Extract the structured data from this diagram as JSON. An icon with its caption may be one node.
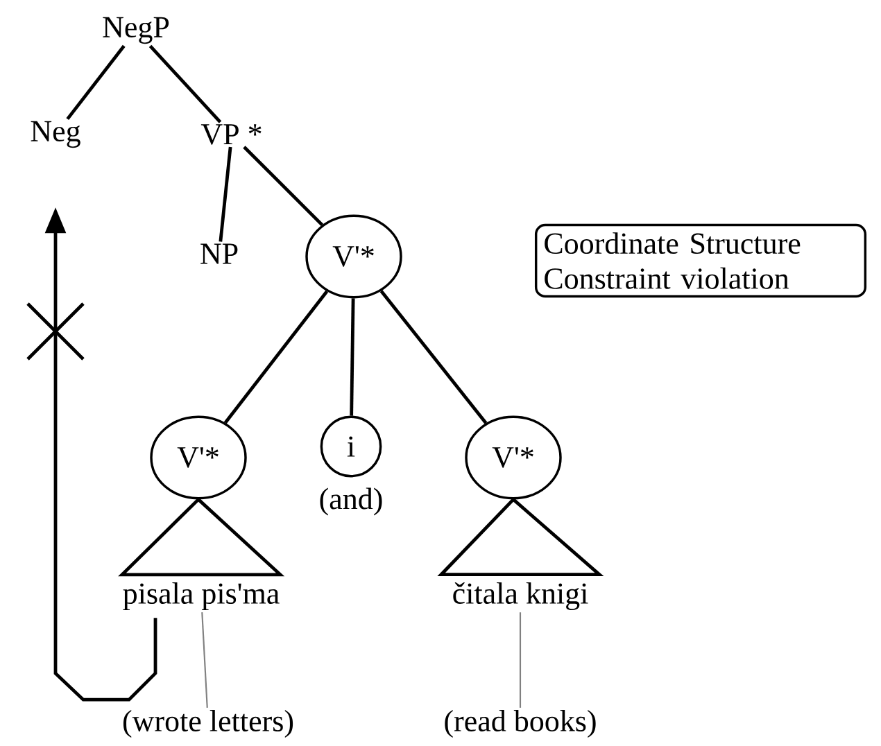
{
  "diagram": {
    "nodes": [
      {
        "text": [
          "NegP"
        ]
      },
      {
        "text": [
          "Neg"
        ]
      },
      {
        "text": [
          "VP *"
        ]
      },
      {
        "text": [
          "NP"
        ]
      },
      {
        "text": [
          "V'*"
        ]
      },
      {
        "text": [
          "V'*"
        ]
      },
      {
        "text": [
          "i"
        ],
        "beside": [
          "(and)"
        ]
      },
      {
        "text": [
          "V'*"
        ]
      },
      {
        "text": [
          "pisala pis'ma"
        ]
      },
      {
        "text": [
          "(wrote letters)"
        ]
      },
      {
        "text": [
          "čitala knigi"
        ]
      },
      {
        "text": [
          "(read books)"
        ]
      },
      {
        "text": [
          "Coordinate Structure Constraint violation"
        ]
      }
    ],
    "edges": [
      {
        "from": 0,
        "to": 1,
        "arrow": "none"
      },
      {
        "from": 0,
        "to": 2,
        "arrow": "none"
      },
      {
        "from": 2,
        "to": 3,
        "arrow": "none"
      },
      {
        "from": 2,
        "to": 4,
        "arrow": "none"
      },
      {
        "from": 4,
        "to": 5,
        "arrow": "none"
      },
      {
        "from": 4,
        "to": 6,
        "arrow": "none"
      },
      {
        "from": 4,
        "to": 7,
        "arrow": "none"
      },
      {
        "from": 5,
        "to": 8,
        "arrow": "none"
      },
      {
        "from": 7,
        "to": 10,
        "arrow": "none"
      },
      {
        "from": 9,
        "to": 8,
        "arrow": "none",
        "color": "#808080"
      },
      {
        "from": 11,
        "to": 10,
        "arrow": "none",
        "color": "#808080"
      },
      {
        "from": 8,
        "to": 1,
        "arrow": "to"
      }
    ]
  }
}
